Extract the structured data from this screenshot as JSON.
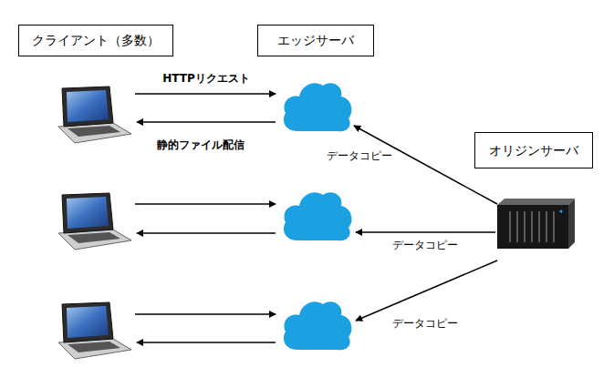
{
  "diagram": {
    "nodes": [
      {
        "text": [
          "クライアント（多数）"
        ]
      },
      {
        "text": [
          "エッジサーバ"
        ]
      },
      {
        "text": [
          "オリジンサーバ"
        ]
      }
    ],
    "labels": [
      "HTTPリクエスト",
      "静的ファイル配信",
      "データコピー",
      "データコピー",
      "データコピー"
    ]
  }
}
